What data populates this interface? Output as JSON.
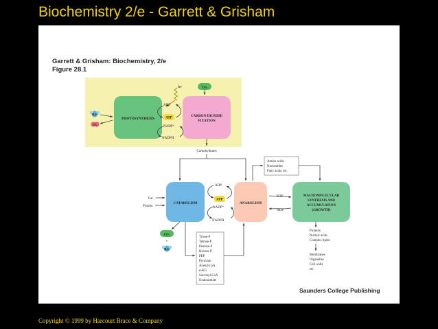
{
  "slide": {
    "title": "Biochemistry 2/e - Garrett & Grisham",
    "copyright": "Copyright © 1999 by Harcourt Brace & Company"
  },
  "figure": {
    "book": "Garrett & Grisham: Biochemistry, 2/e",
    "number": "Figure 28.1",
    "publisher": "Saunders College Publishing"
  },
  "diagram": {
    "photosynthesis": "PHOTOSYNTHESIS",
    "co2_fixation": [
      "CARBON DIOXIDE",
      "FIXATION"
    ],
    "light": "hν",
    "co2": "CO₂",
    "h2o": "H₂O",
    "o2": "O₂",
    "adp": "ADP",
    "atp": "ATP",
    "nadp": "NADP⁺",
    "nadph": "NADPH",
    "carbohydrates": "Carbohydrates",
    "catabolism": "CATABOLISM",
    "anabolism": "ANABOLISM",
    "macromolecular": [
      "MACROMOLECULAR",
      "SYNTHESIS AND",
      "ACCUMULATION",
      "(GROWTH)"
    ],
    "fat": "Fat",
    "protein": "Protein",
    "ntp": "NTP",
    "ndp": "NDP",
    "plus": "+",
    "building_blocks": [
      "Amino acids",
      "Nucleotides",
      "Fatty acids, etc."
    ],
    "intermediates": [
      "Triose-P",
      "Tetrose-P",
      "Pentose-P",
      "Hexose-P",
      "PEP",
      "Pyruvate",
      "Acetyl-CoA",
      "α-KG",
      "Succinyl-CoA",
      "Oxaloacetate"
    ],
    "products": [
      "Proteins",
      "Nucleic acids",
      "Complex lipids"
    ],
    "structures": [
      "Membranes",
      "Organelles",
      "Cell walls",
      "etc."
    ]
  },
  "colors": {
    "photosynthesis_box": "#67c27e",
    "co2_fixation_box": "#f4aad0",
    "top_band": "#f7f1b0",
    "catabolism_box": "#6fb8e5",
    "anabolism_box": "#fcc9b4",
    "macromolecular_box": "#7cc99a",
    "atp_badge": "#f2dc3e",
    "title_yellow": "#f2d300"
  }
}
